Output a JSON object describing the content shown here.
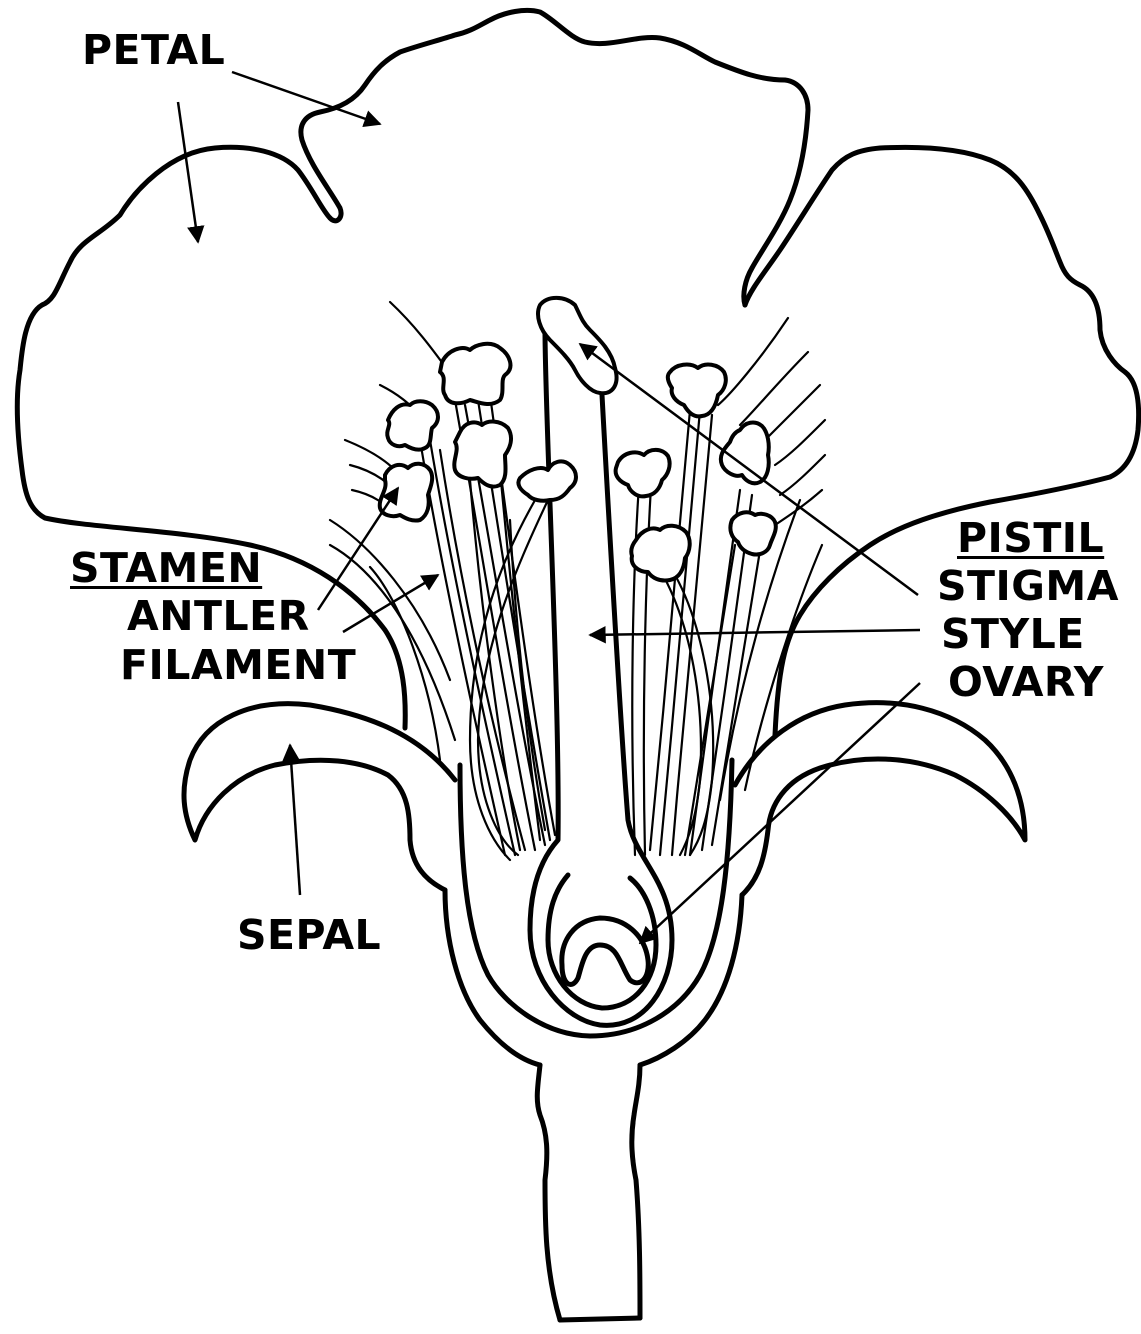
{
  "labels": {
    "petal": "PETAL",
    "stamen": "STAMEN",
    "antler": "ANTLER",
    "filament": "FILAMENT",
    "sepal": "SEPAL",
    "pistil": "PISTIL",
    "stigma": "STIGMA",
    "style": "STYLE",
    "ovary": "OVARY"
  },
  "colors": {
    "line": "#000000",
    "background": "#ffffff"
  }
}
